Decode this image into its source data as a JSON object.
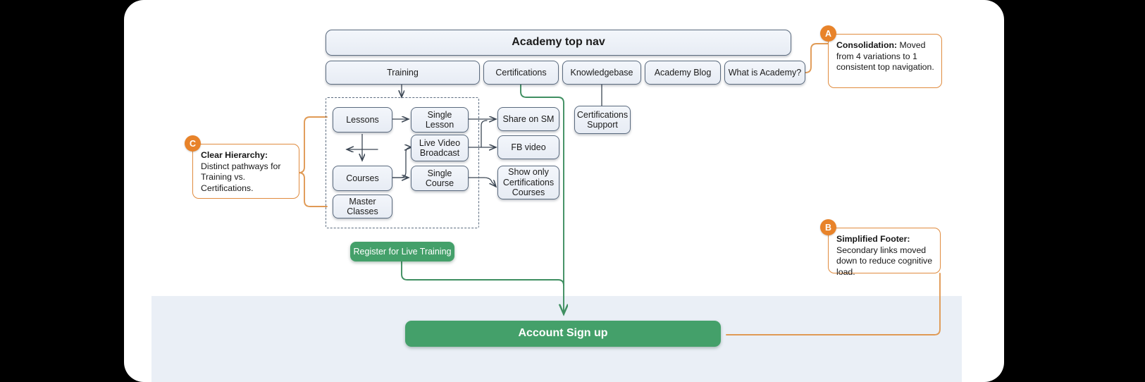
{
  "canvas": {
    "background": "#ffffff",
    "footer_band_color": "#eaeff6",
    "accent_orange": "#e8832a",
    "accent_green": "#44a06a",
    "node_border": "#5b6b7f"
  },
  "nav": {
    "title": "Academy top nav",
    "items": [
      {
        "label": "Training"
      },
      {
        "label": "Certifications"
      },
      {
        "label": "Knowledgebase"
      },
      {
        "label": "Academy Blog"
      },
      {
        "label": "What is Academy?"
      }
    ]
  },
  "flow": {
    "group_nodes": [
      {
        "label": "Lessons"
      },
      {
        "label": "Courses"
      },
      {
        "label": "Master Classes"
      }
    ],
    "mid_nodes": [
      {
        "label": "Single Lesson"
      },
      {
        "label": "Live Video Broadcast"
      },
      {
        "label": "Single Course"
      }
    ],
    "right_nodes": [
      {
        "label": "Share on SM"
      },
      {
        "label": "FB video"
      },
      {
        "label": "Show only Certifications Courses"
      }
    ],
    "support_node": {
      "label": "Certifications Support"
    },
    "register_cta": {
      "label": "Register for Live Training"
    },
    "signup_cta": {
      "label": "Account Sign up"
    }
  },
  "callouts": [
    {
      "badge": "A",
      "title": "Consolidation:",
      "body": "Moved from 4 variations to 1 consistent top navigation."
    },
    {
      "badge": "B",
      "title": "Simplified Footer:",
      "body": "Secondary links moved down to reduce cognitive load."
    },
    {
      "badge": "C",
      "title": "Clear Hierarchy:",
      "body": "Distinct pathways for Training vs. Certifications."
    }
  ]
}
